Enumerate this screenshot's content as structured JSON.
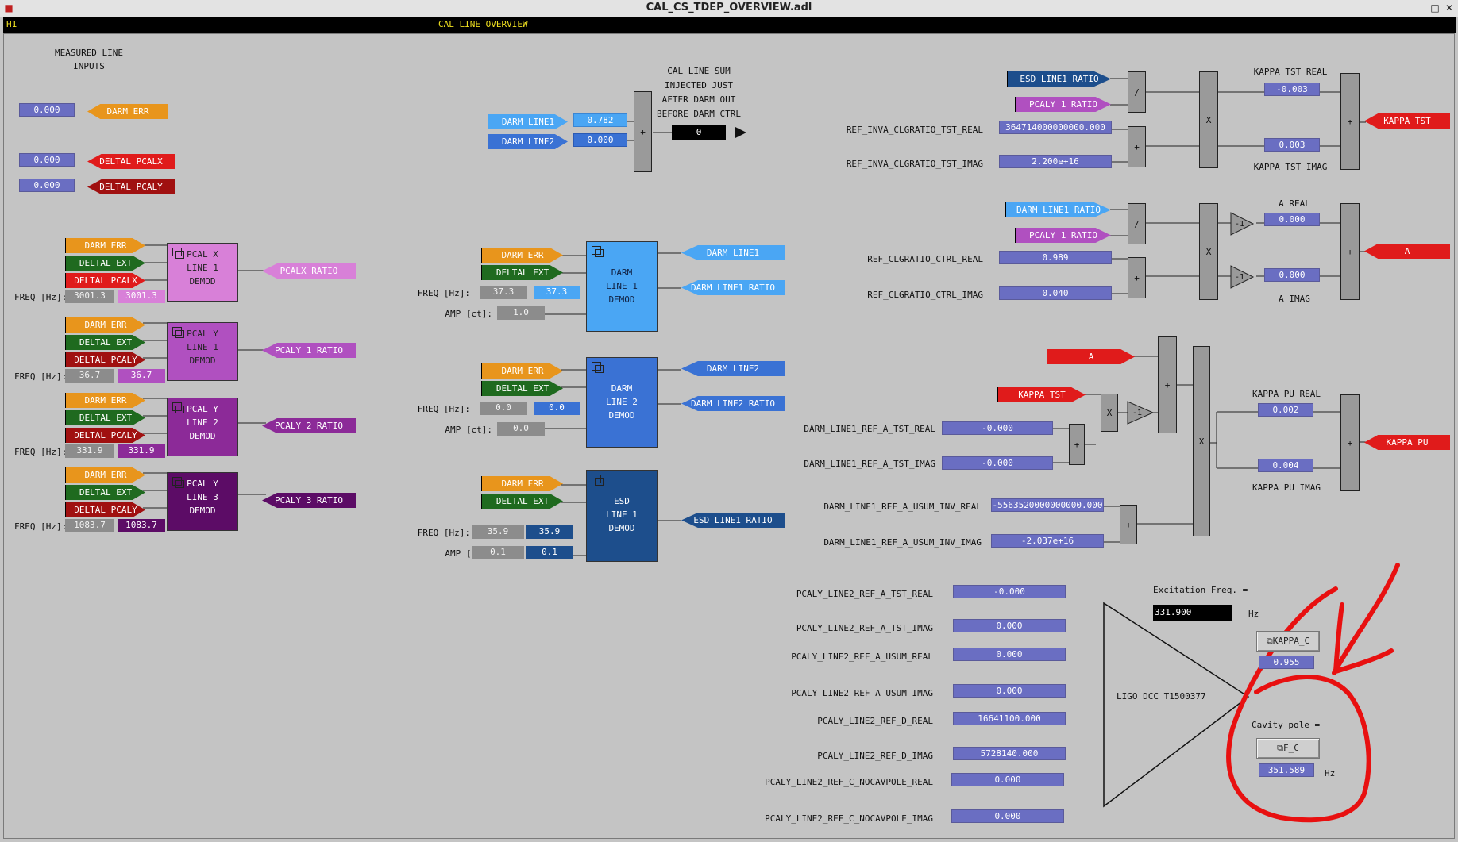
{
  "window": {
    "title": "CAL_CS_TDEP_OVERVIEW.adl",
    "min": "_",
    "max": "□",
    "close": "✕"
  },
  "header": {
    "site": "H1",
    "title": "CAL LINE OVERVIEW"
  },
  "measured": {
    "title1": "MEASURED LINE",
    "title2": "INPUTS",
    "darm_err_val": "0.000",
    "darm_err": "DARM ERR",
    "pcalx_val": "0.000",
    "pcalx": "DELTAL PCALX",
    "pcaly_val": "0.000",
    "pcaly": "DELTAL PCALY"
  },
  "common": {
    "darm_err": "DARM ERR",
    "deltal_ext": "DELTAL EXT",
    "deltal_pcalx": "DELTAL PCALX",
    "deltal_pcaly": "DELTAL PCALY",
    "freq": "FREQ [Hz]:",
    "amp": "AMP [ct]:",
    "demod": "DEMOD",
    "line1": "LINE 1"
  },
  "pcal_blocks": [
    {
      "name": "PCAL X",
      "line": "LINE 1",
      "freq_set": "3001.3",
      "freq_rb": "3001.3",
      "out": "PCALX RATIO"
    },
    {
      "name": "PCAL Y",
      "line": "LINE 1",
      "freq_set": "36.7",
      "freq_rb": "36.7",
      "out": "PCALY 1 RATIO"
    },
    {
      "name": "PCAL Y",
      "line": "LINE 2",
      "freq_set": "331.9",
      "freq_rb": "331.9",
      "out": "PCALY 2 RATIO"
    },
    {
      "name": "PCAL Y",
      "line": "LINE 3",
      "freq_set": "1083.7",
      "freq_rb": "1083.7",
      "out": "PCALY 3 RATIO"
    }
  ],
  "calsum": {
    "l1": "CAL LINE SUM",
    "l2": "INJECTED JUST",
    "l3": "AFTER DARM OUT",
    "l4": "BEFORE DARM CTRL",
    "line1": "DARM LINE1",
    "line1_val": "0.782",
    "line2": "DARM LINE2",
    "line2_val": "0.000",
    "sum": "+",
    "out": "0"
  },
  "darm_blocks": [
    {
      "name": "DARM",
      "line": "LINE 1",
      "freq_set": "37.3",
      "freq_rb": "37.3",
      "amp": "1.0",
      "out1": "DARM LINE1",
      "out2": "DARM LINE1 RATIO"
    },
    {
      "name": "DARM",
      "line": "LINE 2",
      "freq_set": "0.0",
      "freq_rb": "0.0",
      "amp": "0.0",
      "out1": "DARM LINE2",
      "out2": "DARM LINE2 RATIO"
    },
    {
      "name": "ESD",
      "line": "LINE 1",
      "freq_set": "35.9",
      "freq_rb": "35.9",
      "amp": "0.1",
      "amp_rb": "0.1",
      "out2": "ESD LINE1 RATIO"
    }
  ],
  "kappa_tst": {
    "in1": "ESD LINE1 RATIO",
    "in2": "PCALY 1 RATIO",
    "real_lbl": "REF_INVA_CLGRATIO_TST_REAL",
    "real_val": "364714000000000.000",
    "imag_lbl": "REF_INVA_CLGRATIO_TST_IMAG",
    "imag_val": "2.200e+16",
    "div": "/",
    "plus": "+",
    "mul": "X",
    "re_title": "KAPPA TST REAL",
    "re_val": "-0.003",
    "im_val": "0.003",
    "im_title": "KAPPA TST IMAG",
    "out": "KAPPA TST"
  },
  "a_calc": {
    "in1": "DARM LINE1 RATIO",
    "in2": "PCALY 1 RATIO",
    "real_lbl": "REF_CLGRATIO_CTRL_REAL",
    "real_val": "0.989",
    "imag_lbl": "REF_CLGRATIO_CTRL_IMAG",
    "imag_val": "0.040",
    "neg": "-1",
    "re_title": "A REAL",
    "re_val": "0.000",
    "im_val": "0.000",
    "im_title": "A IMAG",
    "out": "A"
  },
  "kappa_pu": {
    "a": "A",
    "kt": "KAPPA TST",
    "r1_lbl": "DARM_LINE1_REF_A_TST_REAL",
    "r1_val": "-0.000",
    "r2_lbl": "DARM_LINE1_REF_A_TST_IMAG",
    "r2_val": "-0.000",
    "r3_lbl": "DARM_LINE1_REF_A_USUM_INV_REAL",
    "r3_val": "-5563520000000000.000",
    "r4_lbl": "DARM_LINE1_REF_A_USUM_INV_IMAG",
    "r4_val": "-2.037e+16",
    "re_title": "KAPPA PU REAL",
    "re_val": "0.002",
    "im_val": "0.004",
    "im_title": "KAPPA PU IMAG",
    "out": "KAPPA PU"
  },
  "pcaly_refs": [
    {
      "label": "PCALY_LINE2_REF_A_TST_REAL",
      "value": "-0.000"
    },
    {
      "label": "PCALY_LINE2_REF_A_TST_IMAG",
      "value": "0.000"
    },
    {
      "label": "PCALY_LINE2_REF_A_USUM_REAL",
      "value": "0.000"
    },
    {
      "label": "PCALY_LINE2_REF_A_USUM_IMAG",
      "value": "0.000"
    },
    {
      "label": "PCALY_LINE2_REF_D_REAL",
      "value": "16641100.000"
    },
    {
      "label": "PCALY_LINE2_REF_D_IMAG",
      "value": "5728140.000"
    },
    {
      "label": "PCALY_LINE2_REF_C_NOCAVPOLE_REAL",
      "value": "0.000"
    },
    {
      "label": "PCALY_LINE2_REF_C_NOCAVPOLE_IMAG",
      "value": "0.000"
    }
  ],
  "triangle": {
    "excitation_lbl": "Excitation Freq. =",
    "excitation_val": "331.900",
    "hz": "Hz",
    "dcc": "LIGO DCC T1500377",
    "kappa_c_btn": "KAPPA_C",
    "kappa_c_val": "0.955",
    "cavity_lbl": "Cavity pole =",
    "fc_btn": "F_C",
    "fc_val": "351.589",
    "fc_hz": "Hz"
  },
  "colors": {
    "orange": "#e8951c",
    "green": "#1f6a1f",
    "red": "#e01b1b",
    "darkred": "#a01010",
    "pcalx": "#d880d8",
    "pcaly1": "#b050c0",
    "pcaly2": "#8c2a98",
    "pcaly3": "#5c0c66",
    "darm1": "#4aa6f4",
    "darm2": "#3a72d4",
    "esd": "#1d4e8c",
    "val": "#6a6ec2",
    "marker": "#e81010"
  }
}
